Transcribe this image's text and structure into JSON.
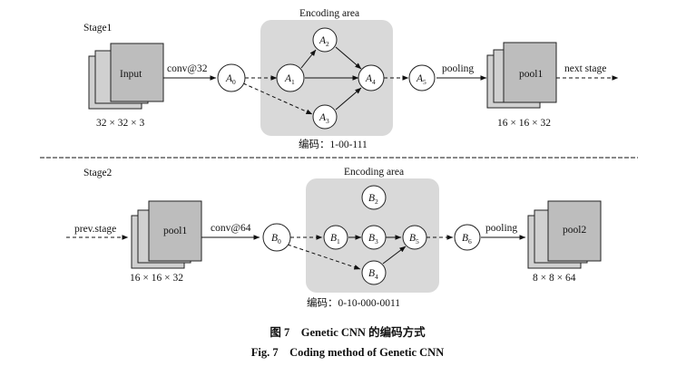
{
  "stage1": {
    "label": "Stage1",
    "area_title": "Encoding area",
    "input_label": "Input",
    "input_dims": "32 × 32  × 3",
    "conv_label": "conv@32",
    "nodes": {
      "A0": {
        "letter": "A",
        "sub": "0"
      },
      "A1": {
        "letter": "A",
        "sub": "1"
      },
      "A2": {
        "letter": "A",
        "sub": "2"
      },
      "A3": {
        "letter": "A",
        "sub": "3"
      },
      "A4": {
        "letter": "A",
        "sub": "4"
      },
      "A5": {
        "letter": "A",
        "sub": "5"
      }
    },
    "pooling_label": "pooling",
    "pool_label": "pool1",
    "pool_dims": "16 × 16 × 32",
    "next_label": "next stage",
    "code": "编码：1-00-111"
  },
  "stage2": {
    "label": "Stage2",
    "area_title": "Encoding area",
    "prev_label": "prev.stage",
    "input_label": "pool1",
    "input_dims": "16 × 16 × 32",
    "conv_label": "conv@64",
    "nodes": {
      "B0": {
        "letter": "B",
        "sub": "0"
      },
      "B1": {
        "letter": "B",
        "sub": "1"
      },
      "B2": {
        "letter": "B",
        "sub": "2"
      },
      "B3": {
        "letter": "B",
        "sub": "3"
      },
      "B4": {
        "letter": "B",
        "sub": "4"
      },
      "B5": {
        "letter": "B",
        "sub": "5"
      },
      "B6": {
        "letter": "B",
        "sub": "6"
      }
    },
    "pooling_label": "pooling",
    "pool_label": "pool2",
    "pool_dims": "8 × 8 × 64",
    "code": "编码：0-10-000-0011"
  },
  "caption": {
    "cn": "图 7    Genetic CNN 的编码方式",
    "en": "Fig. 7    Coding method of Genetic CNN"
  }
}
